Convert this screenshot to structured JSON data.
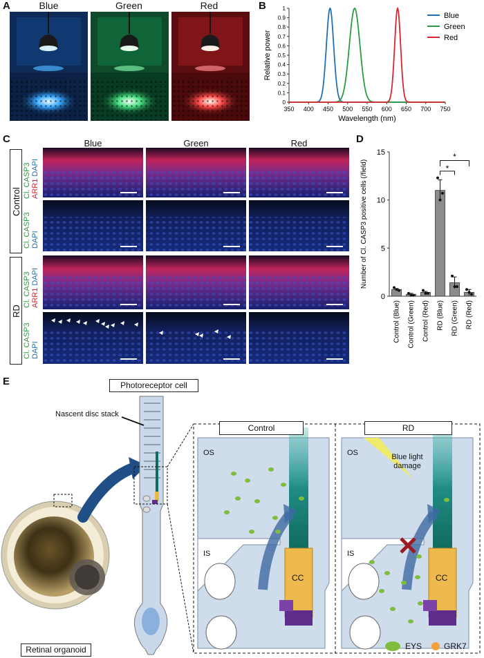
{
  "panel_labels": {
    "a": "A",
    "b": "B",
    "c": "C",
    "d": "D",
    "e": "E"
  },
  "panel_a": {
    "titles": [
      "Blue",
      "Green",
      "Red"
    ]
  },
  "panel_b": {
    "legend": [
      "Blue",
      "Green",
      "Red"
    ]
  },
  "panel_c": {
    "columns": [
      "Blue",
      "Green",
      "Red"
    ],
    "groups": [
      "Control",
      "RD"
    ],
    "row_labels": [
      {
        "line1a": "Cl. CASP3",
        "line2a": "ARR1",
        "line2b": "DAPI"
      },
      {
        "line1a": "Cl. CASP3",
        "line2b": "DAPI"
      },
      {
        "line1a": "Cl. CASP3",
        "line2a": "ARR1",
        "line2b": "DAPI"
      },
      {
        "line1a": "Cl. CASP3",
        "line2b": "DAPI"
      }
    ]
  },
  "panel_d": {
    "sig": [
      "*",
      "*"
    ]
  },
  "panel_e": {
    "photoreceptor_label": "Photoreceptor cell",
    "disc_label": "Nascent disc stack",
    "organoid_label": "Retinal organoid",
    "control_title": "Control",
    "rd_title": "RD",
    "os": "OS",
    "is": "IS",
    "cc": "CC",
    "damage": "Blue light damage",
    "legend_eys": "EYS",
    "legend_grk7": "GRK7"
  },
  "colors": {
    "blue": "#1f6fb4",
    "green": "#2a9c3e",
    "red": "#d8262e",
    "bar": "#8c8c8c"
  },
  "chart_data": [
    {
      "type": "line",
      "xlabel": "Wavelength (nm)",
      "ylabel": "Relative power",
      "xlim": [
        350,
        750
      ],
      "ylim": [
        0,
        1
      ],
      "xticks": [
        350,
        400,
        450,
        500,
        550,
        600,
        650,
        700,
        750
      ],
      "yticks": [
        0,
        0.1,
        0.2,
        0.3,
        0.4,
        0.5,
        0.6,
        0.7,
        0.8,
        0.9,
        1
      ],
      "legend": "top-right",
      "series": [
        {
          "name": "Blue",
          "peak": 455,
          "fwhm": 22
        },
        {
          "name": "Green",
          "peak": 518,
          "fwhm": 32
        },
        {
          "name": "Red",
          "peak": 628,
          "fwhm": 18
        }
      ]
    },
    {
      "type": "bar",
      "ylabel": "Number of Cl. CASP3 positive cells (/field)",
      "ylim": [
        0,
        15
      ],
      "yticks": [
        0,
        5,
        10,
        15
      ],
      "categories": [
        "Control (Blue)",
        "Control (Green)",
        "Control (Red)",
        "RD (Blue)",
        "RD (Green)",
        "RD (Red)"
      ],
      "values": [
        0.7,
        0.2,
        0.4,
        11.0,
        1.4,
        0.4
      ],
      "errors": [
        0.1,
        0.1,
        0.1,
        1.1,
        0.6,
        0.3
      ],
      "points": [
        [
          0.9,
          0.7,
          0.6
        ],
        [
          0.3,
          0.1,
          0.1
        ],
        [
          0.6,
          0.3,
          0.3
        ],
        [
          12.3,
          10.0,
          10.7
        ],
        [
          2.1,
          1.0,
          1.0
        ],
        [
          0.7,
          0.4,
          0.2
        ]
      ]
    }
  ]
}
